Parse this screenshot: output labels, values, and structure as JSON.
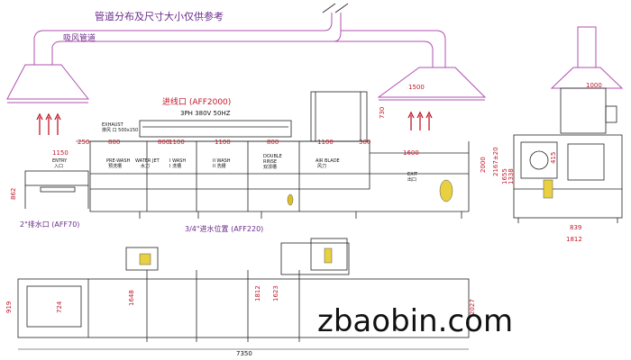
{
  "notes": {
    "duct_note": "管道分布及尺寸大小仅供参考",
    "suction_duct": "吸风管道",
    "inlet_label": "进线口 (AFF2000)",
    "power_label": "3PH 380V 50HZ",
    "drain_label": "2\"排水口 (AFF70)",
    "water_inlet_label": "3/4\"进水位置 (AFF220)",
    "exhaust_label": "EXHAUST",
    "exhaust_size": "排风 口 500x150"
  },
  "top_dims": {
    "d250": "250",
    "d800a": "800",
    "d800b": "800",
    "d1100a": "1100",
    "d1100b": "1100",
    "d800c": "800",
    "d1100c": "1100",
    "d300": "300",
    "d1150": "1150",
    "d1600": "1600",
    "d1500": "1500",
    "d730": "730",
    "d2000": "2000",
    "d1000": "1000",
    "d862": "862"
  },
  "zones": {
    "entry": [
      "ENTRY",
      "入口"
    ],
    "prewash": [
      "PRE-WASH",
      "预洗槽"
    ],
    "waterjet": [
      "WATER JET",
      "水刀"
    ],
    "iwash": [
      "I WASH",
      "I 洗槽"
    ],
    "iiwash": [
      "II WASH",
      "II 洗槽"
    ],
    "rinse": [
      "DOUBLE",
      "RINSE",
      "双漂槽"
    ],
    "airblade": [
      "AIR BLADE",
      "风刀"
    ],
    "exit": [
      "EXIT",
      "出口"
    ]
  },
  "side_dims": {
    "d2167_20": "2167±20",
    "d1655": "1655",
    "d1338": "1338",
    "d415": "415",
    "d839": "839",
    "d1812": "1812"
  },
  "plan_dims": {
    "d919": "919",
    "d724": "724",
    "d1648": "1648",
    "d1812": "1812",
    "d1623": "1623",
    "d7350": "7350",
    "d2027": "2027"
  },
  "watermark": "zbaobin.com"
}
